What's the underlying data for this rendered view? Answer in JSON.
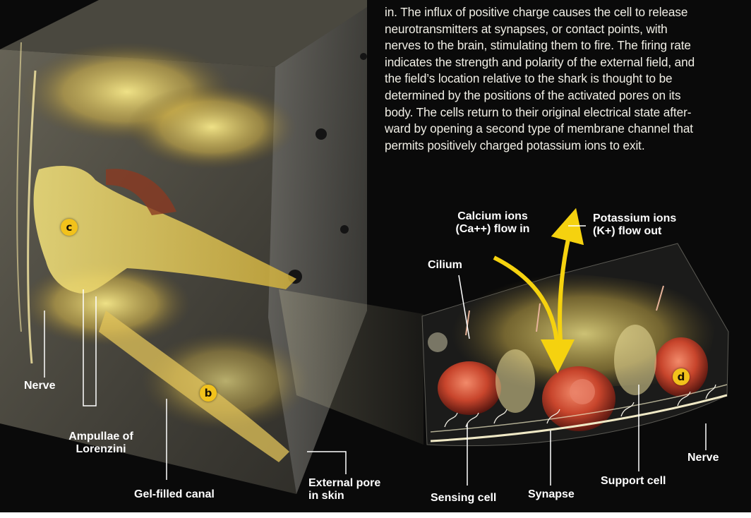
{
  "caption": {
    "lines": [
      "in. The influx of positive charge causes the cell to release",
      "neurotransmitters at synapses, or contact points, with",
      "nerves to the brain, stimulating them to fire. The firing rate",
      "indicates the strength and polarity of the external field, and",
      "the field’s location relative to the shark is thought to be",
      "determined by the positions of the activated pores on its",
      "body. The cells return to their original electrical state after-",
      "ward by opening a second type of membrane channel that",
      "permits positively charged potassium ions to exit."
    ]
  },
  "labels": {
    "nerve_left": "Nerve",
    "ampullae": [
      "Ampullae of",
      "Lorenzini"
    ],
    "gel_canal": "Gel-filled canal",
    "external_pore": [
      "External pore",
      "in skin"
    ],
    "calcium": [
      "Calcium ions",
      "(Ca++) flow in"
    ],
    "potassium": [
      "Potassium ions",
      "(K+) flow out"
    ],
    "cilium": "Cilium",
    "sensing_cell": "Sensing cell",
    "synapse": "Synapse",
    "support_cell": "Support cell",
    "nerve_right": "Nerve"
  },
  "markers": {
    "b": "b",
    "c": "c",
    "d": "d"
  },
  "colors": {
    "background": "#0a0a0a",
    "marker": "#f2c21b",
    "arrow": "#f5d20f",
    "tissue": "#e6cf6a",
    "cell": "#c8452c"
  }
}
